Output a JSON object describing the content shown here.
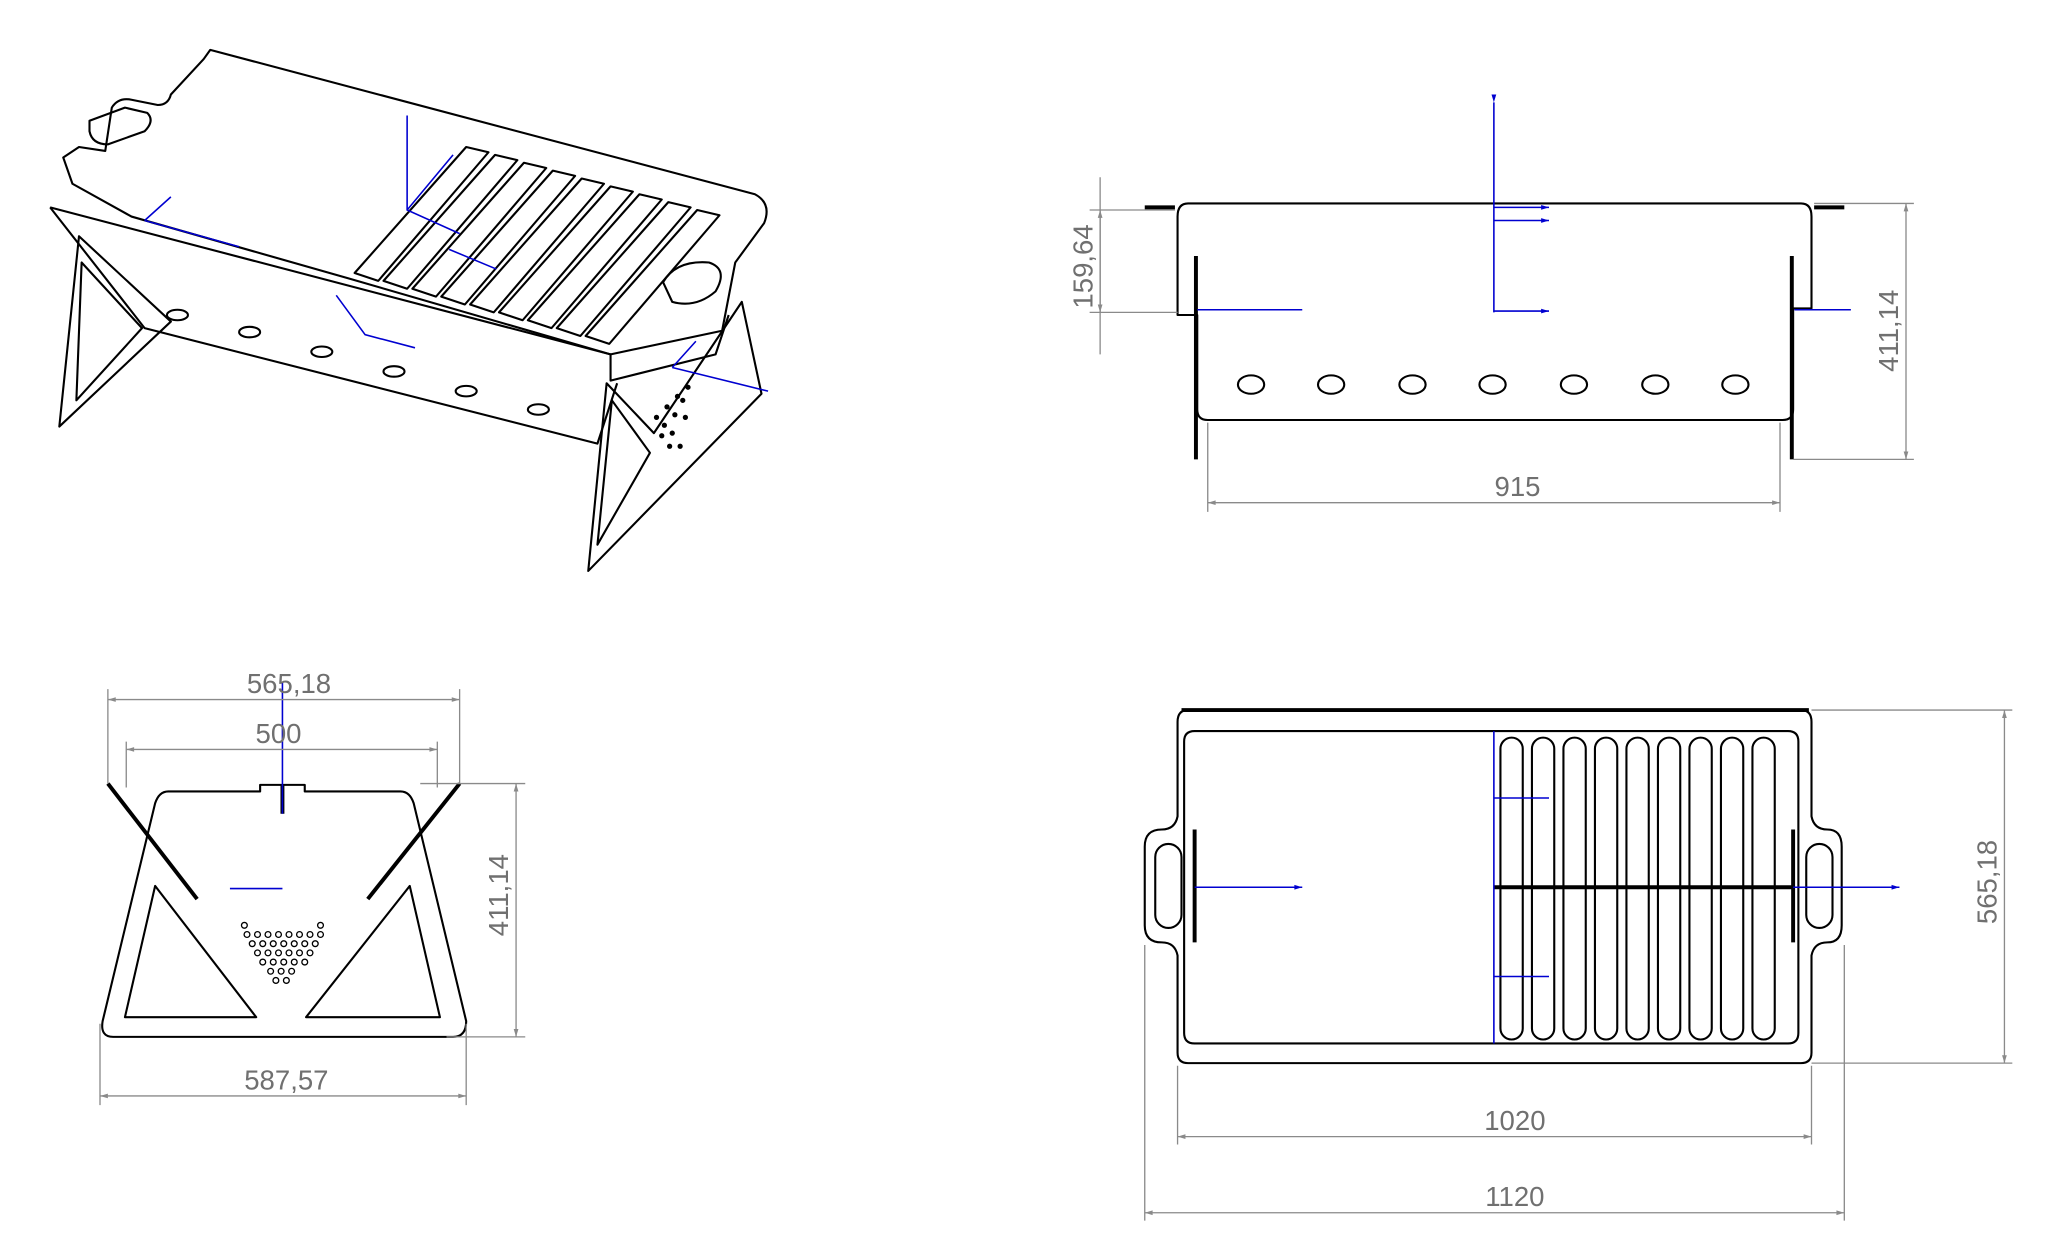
{
  "title": "Folding grill technical drawing",
  "colors": {
    "outline": "#000000",
    "dimension": "#8a8a8a",
    "dimension_text": "#707070",
    "axis": "#0000d0"
  },
  "views": {
    "front": {
      "dims": {
        "handle_height": "159,64",
        "height": "411,14",
        "inner_width": "915"
      }
    },
    "top": {
      "dims": {
        "depth": "565,18",
        "body_length": "1020",
        "total_length": "1120"
      }
    },
    "side": {
      "dims": {
        "top_width": "565,18",
        "inner_top_width": "500",
        "height": "411,14",
        "bottom_width": "587,57"
      }
    }
  }
}
